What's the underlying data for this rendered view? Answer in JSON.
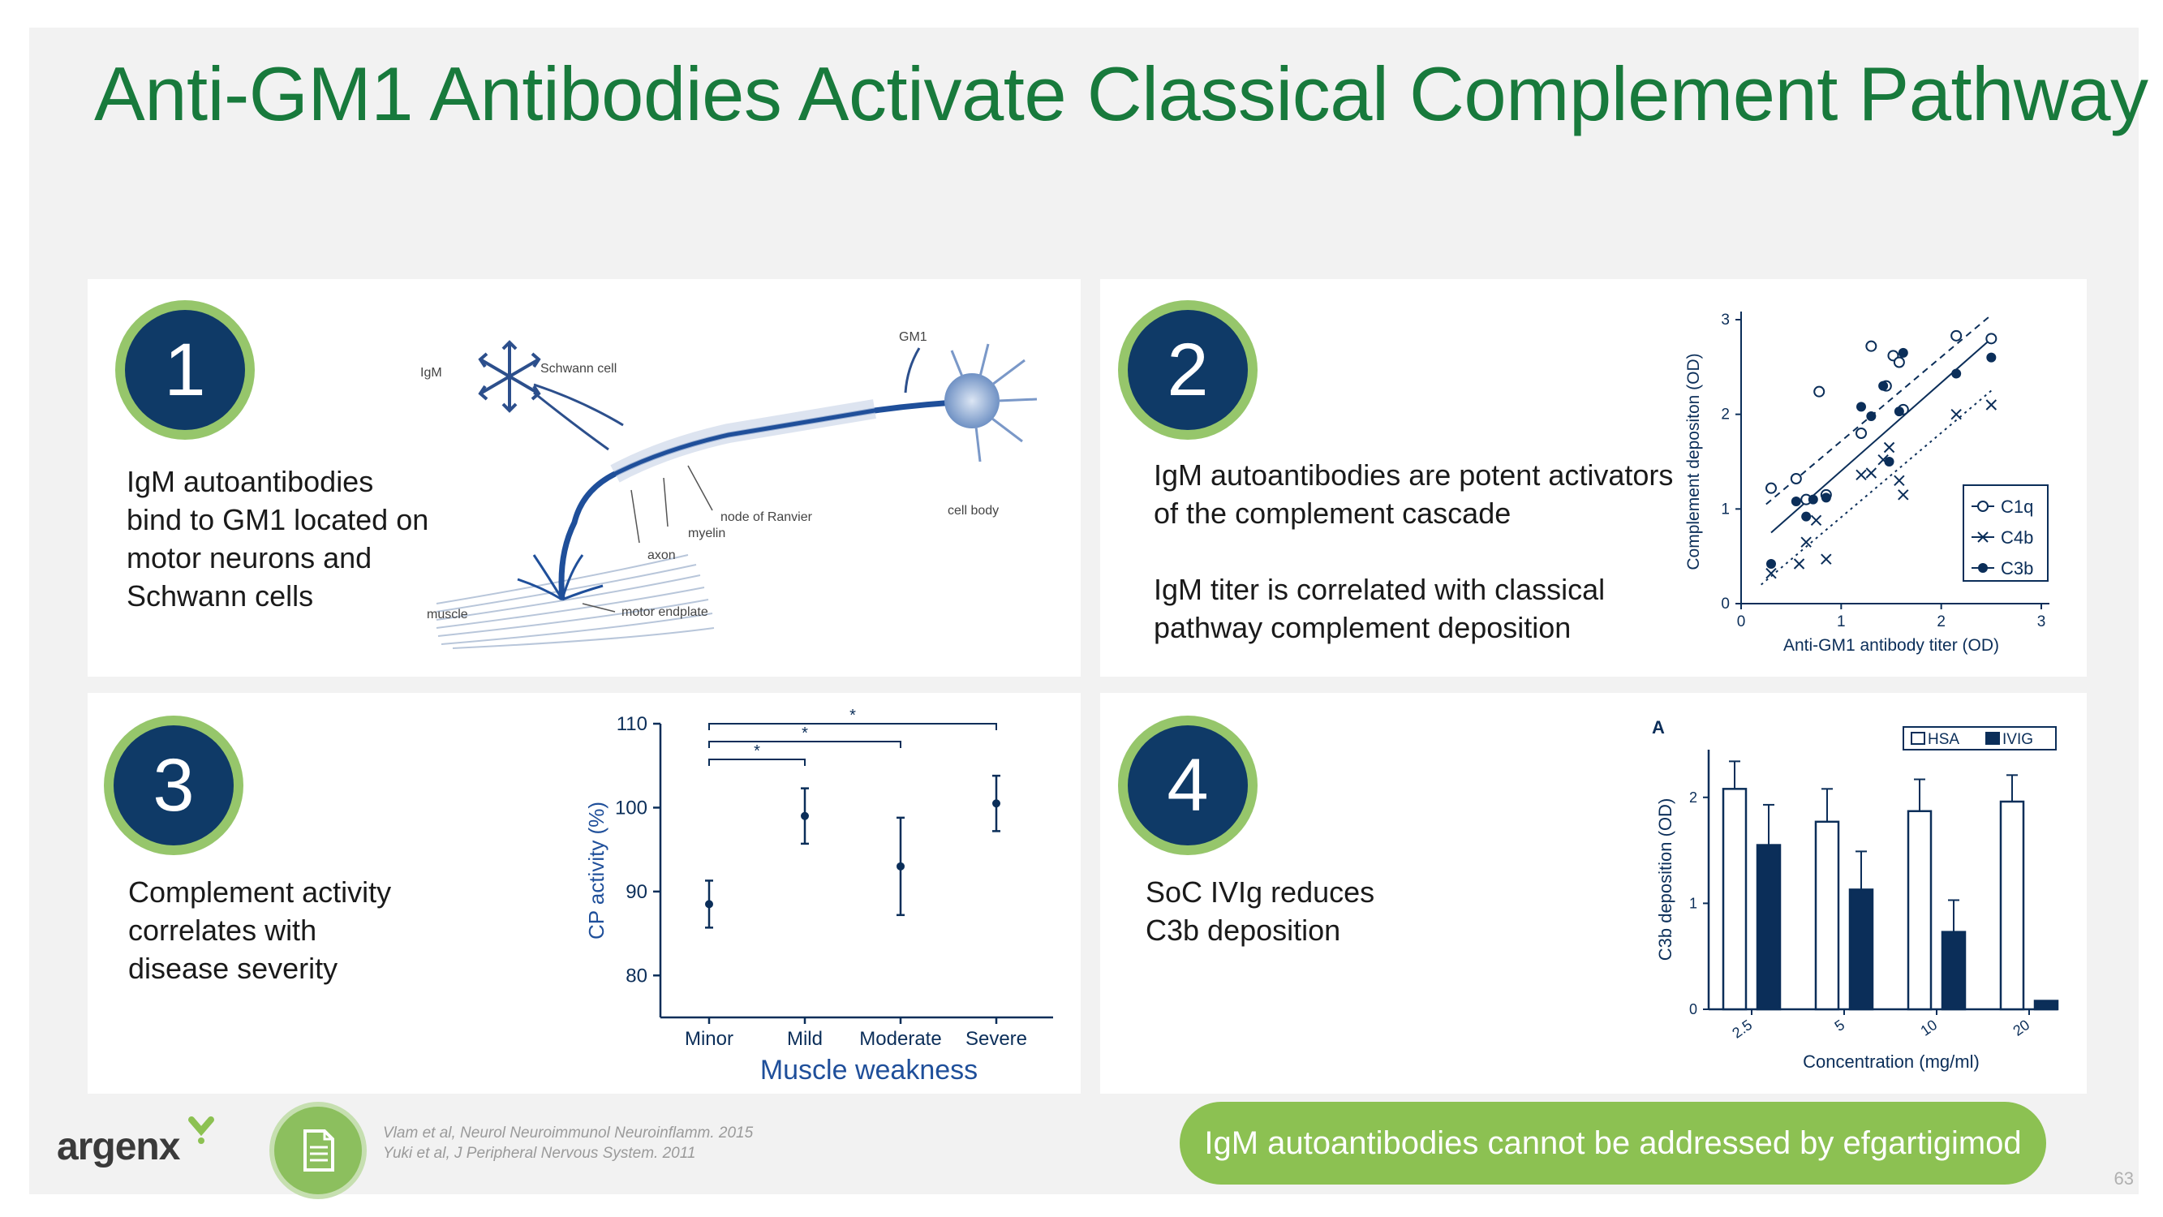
{
  "title": "Anti-GM1 Antibodies Activate Classical Complement Pathway",
  "panels": [
    {
      "number": "1",
      "lines": [
        "IgM autoantibodies",
        "bind to GM1 located on",
        "motor neurons and",
        "Schwann cells"
      ],
      "diagram": {
        "labels": {
          "igm": "IgM",
          "schwann": "Schwann cell",
          "gm1": "GM1",
          "ranvier": "node of Ranvier",
          "myelin": "myelin",
          "axon": "axon",
          "cellbody": "cell body",
          "muscle": "muscle",
          "endplate": "motor endplate"
        }
      }
    },
    {
      "number": "2",
      "lines": [
        "IgM autoantibodies are potent activators",
        "of the complement cascade",
        "",
        "IgM titer is correlated with classical",
        "pathway complement deposition"
      ]
    },
    {
      "number": "3",
      "lines": [
        "Complement activity",
        "correlates with",
        "disease severity"
      ]
    },
    {
      "number": "4",
      "lines": [
        "SoC IVIg reduces",
        "C3b deposition"
      ]
    }
  ],
  "chart_data": [
    {
      "type": "scatter",
      "xlabel": "Anti-GM1 antibody titer (OD)",
      "ylabel": "Complement depositon (OD)",
      "xlim": [
        0,
        3
      ],
      "ylim": [
        0,
        3
      ],
      "xticks": [
        "0",
        "1",
        "2",
        "3"
      ],
      "yticks": [
        "0",
        "1",
        "2",
        "3"
      ],
      "legend_position": "bottom-right",
      "series": [
        {
          "name": "C1q",
          "marker": "open-circle",
          "points": [
            [
              0.3,
              1.22
            ],
            [
              0.55,
              1.32
            ],
            [
              0.65,
              1.1
            ],
            [
              0.78,
              2.24
            ],
            [
              0.85,
              1.15
            ],
            [
              1.2,
              1.8
            ],
            [
              1.3,
              2.72
            ],
            [
              1.45,
              2.3
            ],
            [
              1.52,
              2.62
            ],
            [
              1.58,
              2.55
            ],
            [
              1.62,
              2.05
            ],
            [
              2.15,
              2.83
            ],
            [
              2.5,
              2.8
            ]
          ]
        },
        {
          "name": "C4b",
          "marker": "cross",
          "points": [
            [
              0.3,
              0.32
            ],
            [
              0.58,
              0.42
            ],
            [
              0.65,
              0.65
            ],
            [
              0.75,
              0.88
            ],
            [
              0.85,
              0.47
            ],
            [
              1.2,
              1.36
            ],
            [
              1.3,
              1.38
            ],
            [
              1.42,
              1.52
            ],
            [
              1.48,
              1.65
            ],
            [
              1.58,
              1.3
            ],
            [
              1.62,
              1.15
            ],
            [
              2.15,
              2.0
            ],
            [
              2.5,
              2.1
            ]
          ]
        },
        {
          "name": "C3b",
          "marker": "filled-circle",
          "points": [
            [
              0.3,
              0.42
            ],
            [
              0.55,
              1.08
            ],
            [
              0.65,
              0.92
            ],
            [
              0.72,
              1.1
            ],
            [
              0.85,
              1.12
            ],
            [
              1.2,
              2.08
            ],
            [
              1.3,
              1.98
            ],
            [
              1.42,
              2.3
            ],
            [
              1.48,
              1.5
            ],
            [
              1.58,
              2.03
            ],
            [
              1.62,
              2.65
            ],
            [
              2.15,
              2.43
            ],
            [
              2.5,
              2.6
            ]
          ]
        }
      ],
      "fit_lines": [
        {
          "series": "C1q",
          "style": "dashed",
          "from": [
            0.25,
            1.05
          ],
          "to": [
            2.5,
            3.05
          ]
        },
        {
          "series": "C3b",
          "style": "solid",
          "from": [
            0.3,
            0.75
          ],
          "to": [
            2.5,
            2.8
          ]
        },
        {
          "series": "C4b",
          "style": "dotted",
          "from": [
            0.2,
            0.2
          ],
          "to": [
            2.5,
            2.25
          ]
        }
      ]
    },
    {
      "type": "scatter-errorbar",
      "xlabel": "Muscle weakness",
      "ylabel": "CP activity (%)",
      "ylim": [
        75,
        110
      ],
      "yticks": [
        "80",
        "90",
        "100",
        "110"
      ],
      "categories": [
        "Minor",
        "Mild",
        "Moderate",
        "Severe"
      ],
      "values": [
        88.5,
        99,
        93,
        100.5
      ],
      "errors": [
        2.8,
        3.3,
        5.8,
        3.3
      ],
      "significance": [
        {
          "from": "Minor",
          "to": "Mild",
          "label": "*"
        },
        {
          "from": "Minor",
          "to": "Moderate",
          "label": "*"
        },
        {
          "from": "Minor",
          "to": "Severe",
          "label": "*"
        }
      ]
    },
    {
      "type": "bar",
      "panel_label": "A",
      "xlabel": "Concentration (mg/ml)",
      "ylabel": "C3b deposition (OD)",
      "ylim": [
        0,
        2.45
      ],
      "yticks": [
        "0",
        "1",
        "2"
      ],
      "categories": [
        "2.5",
        "5",
        "10",
        "20"
      ],
      "legend_position": "top-right",
      "series": [
        {
          "name": "HSA",
          "color": "#ffffff",
          "values": [
            2.08,
            1.77,
            1.87,
            1.96
          ],
          "errors": [
            0.26,
            0.31,
            0.3,
            0.25
          ]
        },
        {
          "name": "IVIG",
          "color": "#0b2e59",
          "values": [
            1.55,
            1.13,
            0.73,
            0.08
          ],
          "errors": [
            0.38,
            0.36,
            0.3,
            0.0
          ]
        }
      ]
    }
  ],
  "footer": {
    "logo": "argenx",
    "references": [
      "Vlam et al, Neurol Neuroimmunol Neuroinflamm. 2015",
      "Yuki et al, J Peripheral Nervous System. 2011"
    ],
    "callout": "IgM autoantibodies cannot be addressed by efgartigimod",
    "page_number": "63"
  },
  "colors": {
    "title": "#187a3c",
    "badge_ring": "#96c66b",
    "badge_fill": "#0f3a67",
    "callout": "#8cc152",
    "chart_navy": "#0b2e59"
  }
}
